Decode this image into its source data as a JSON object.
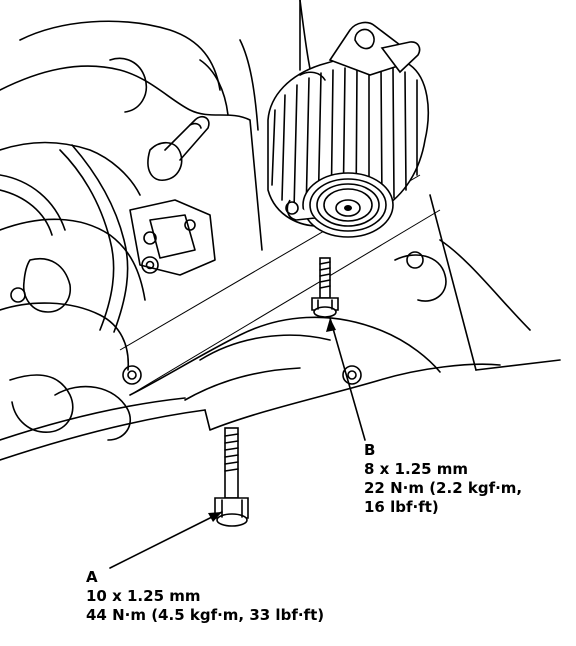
{
  "callouts": {
    "a": {
      "letter": "A",
      "size": "10 x 1.25 mm",
      "torque": "44 N·m (4.5 kgf·m, 33 lbf·ft)"
    },
    "b": {
      "letter": "B",
      "size": "8 x 1.25 mm",
      "torque_line1": "22 N·m (2.2 kgf·m,",
      "torque_line2": "16 lbf·ft)"
    }
  },
  "colors": {
    "ink": "#000000",
    "paper": "#ffffff"
  },
  "icons": [
    "alternator-icon",
    "bolt-icon",
    "engine-block-icon",
    "bracket-icon"
  ]
}
